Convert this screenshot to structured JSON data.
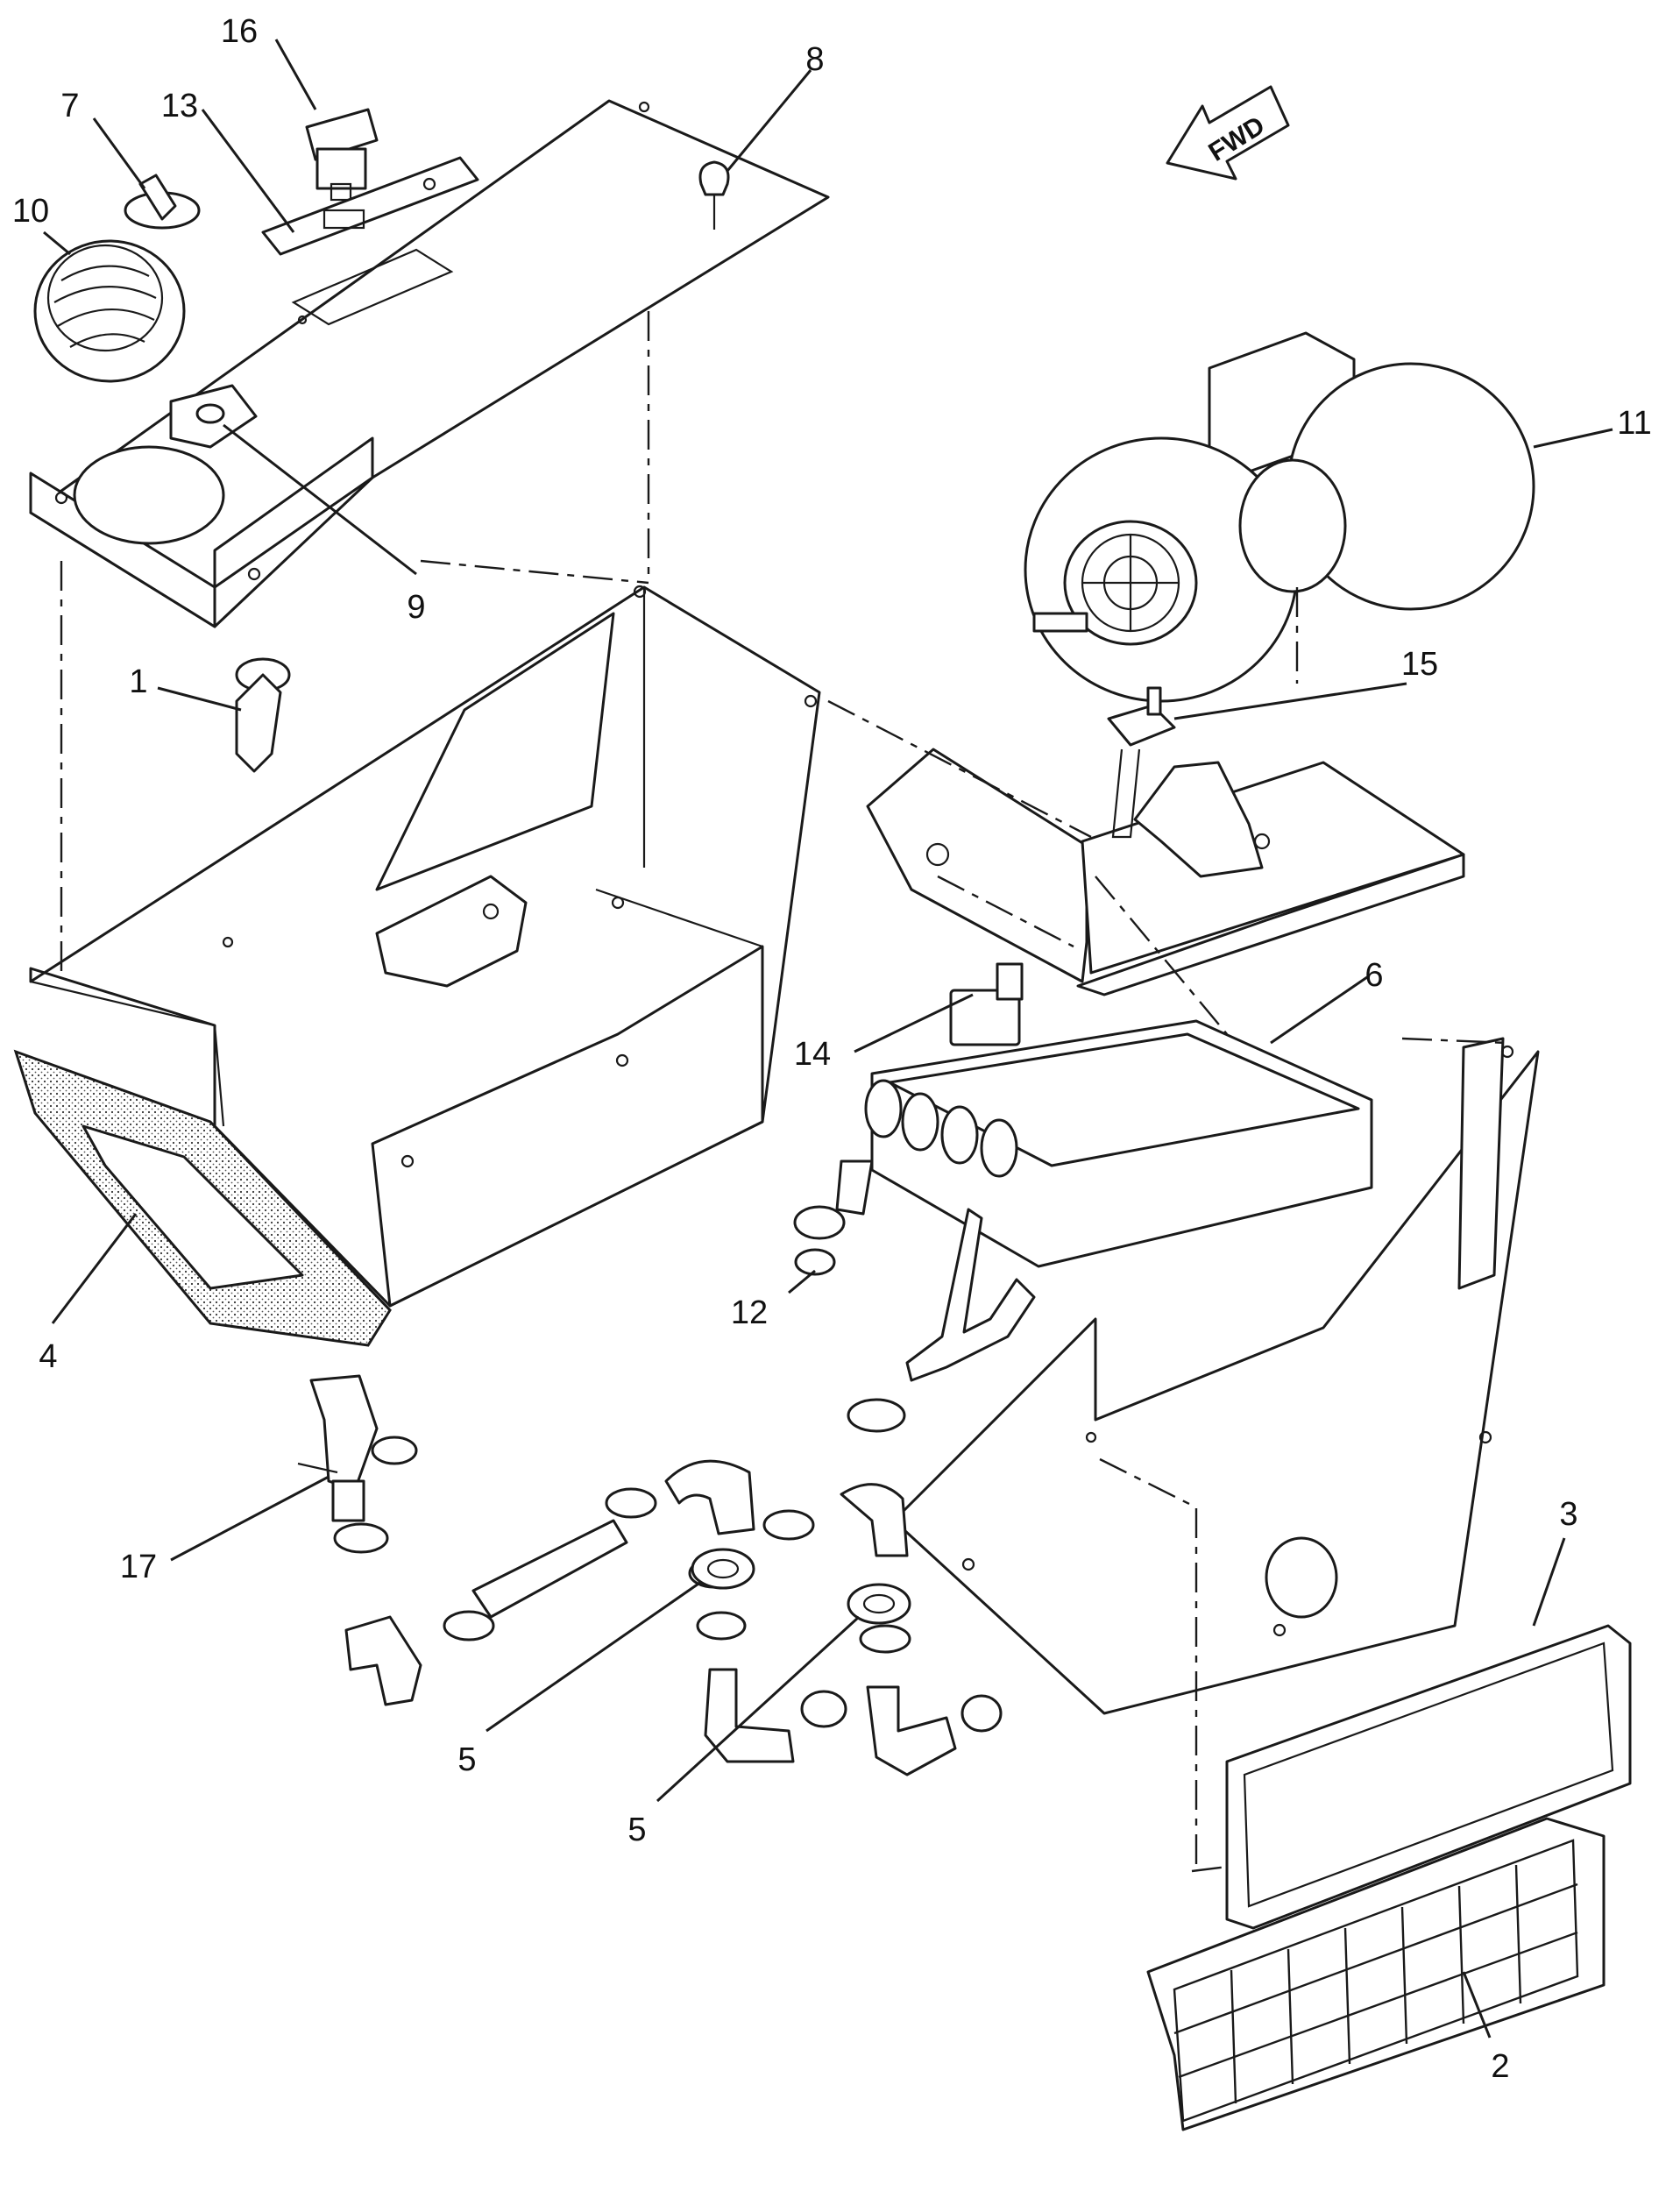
{
  "diagram": {
    "direction_label": "FWD",
    "callouts": [
      {
        "id": "c1",
        "label": "1"
      },
      {
        "id": "c2",
        "label": "2"
      },
      {
        "id": "c3",
        "label": "3"
      },
      {
        "id": "c4",
        "label": "4"
      },
      {
        "id": "c5a",
        "label": "5"
      },
      {
        "id": "c5b",
        "label": "5"
      },
      {
        "id": "c6",
        "label": "6"
      },
      {
        "id": "c7",
        "label": "7"
      },
      {
        "id": "c8",
        "label": "8"
      },
      {
        "id": "c9",
        "label": "9"
      },
      {
        "id": "c10",
        "label": "10"
      },
      {
        "id": "c11",
        "label": "11"
      },
      {
        "id": "c12",
        "label": "12"
      },
      {
        "id": "c13",
        "label": "13"
      },
      {
        "id": "c14",
        "label": "14"
      },
      {
        "id": "c15",
        "label": "15"
      },
      {
        "id": "c16",
        "label": "16"
      },
      {
        "id": "c17",
        "label": "17"
      }
    ],
    "colors": {
      "line": "#1a1a1a",
      "background": "#ffffff"
    }
  }
}
